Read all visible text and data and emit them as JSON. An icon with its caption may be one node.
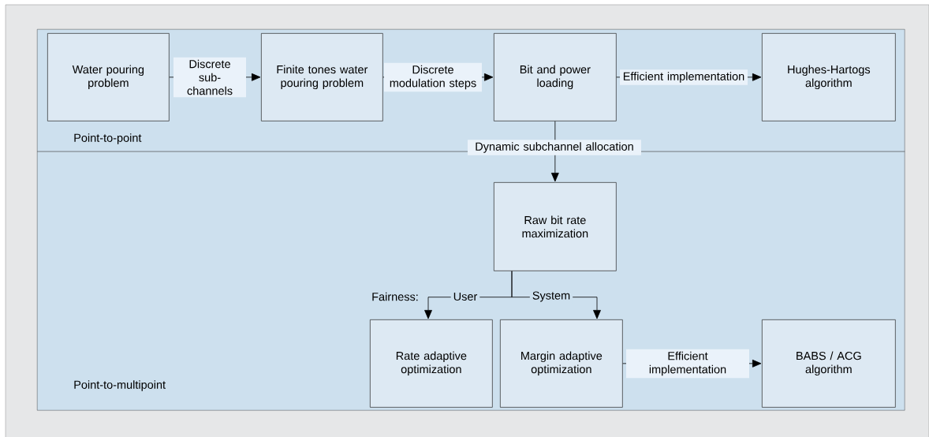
{
  "diagram": {
    "nodes": [
      {
        "text": [
          "Point-to-point"
        ]
      },
      {
        "text": [
          "Point-to-multipoint"
        ]
      },
      {
        "text": [
          "Water pouring problem"
        ],
        "in": 0
      },
      {
        "text": [
          "Finite tones water pouring problem"
        ],
        "in": 0
      },
      {
        "text": [
          "Bit and power loading"
        ],
        "in": 0
      },
      {
        "text": [
          "Hughes-Hartogs algorithm"
        ],
        "in": 0
      },
      {
        "text": [
          "Raw bit rate maximization"
        ],
        "in": 1
      },
      {
        "text": [
          "Rate adaptive optimization"
        ],
        "in": 1
      },
      {
        "text": [
          "Margin adaptive optimization"
        ],
        "in": 1
      },
      {
        "text": [
          "BABS / ACG algorithm"
        ],
        "in": 1
      }
    ],
    "edges": [
      {
        "from": 2,
        "to": 3,
        "arrow": "to",
        "label": "Discrete sub- channels"
      },
      {
        "from": 3,
        "to": 4,
        "arrow": "to",
        "label": "Discrete modulation steps"
      },
      {
        "from": 4,
        "to": 5,
        "arrow": "to",
        "label": "Efficient implementation"
      },
      {
        "from": 4,
        "to": 6,
        "arrow": "to",
        "label": "Dynamic subchannel allocation"
      },
      {
        "from": 6,
        "to": 7,
        "arrow": "to",
        "label": "User"
      },
      {
        "from": 6,
        "to": 8,
        "arrow": "to",
        "label": "System"
      },
      {
        "from": 8,
        "to": 9,
        "arrow": "to",
        "label": "Efficient implementation"
      }
    ],
    "labels": [
      "Fairness:"
    ]
  }
}
